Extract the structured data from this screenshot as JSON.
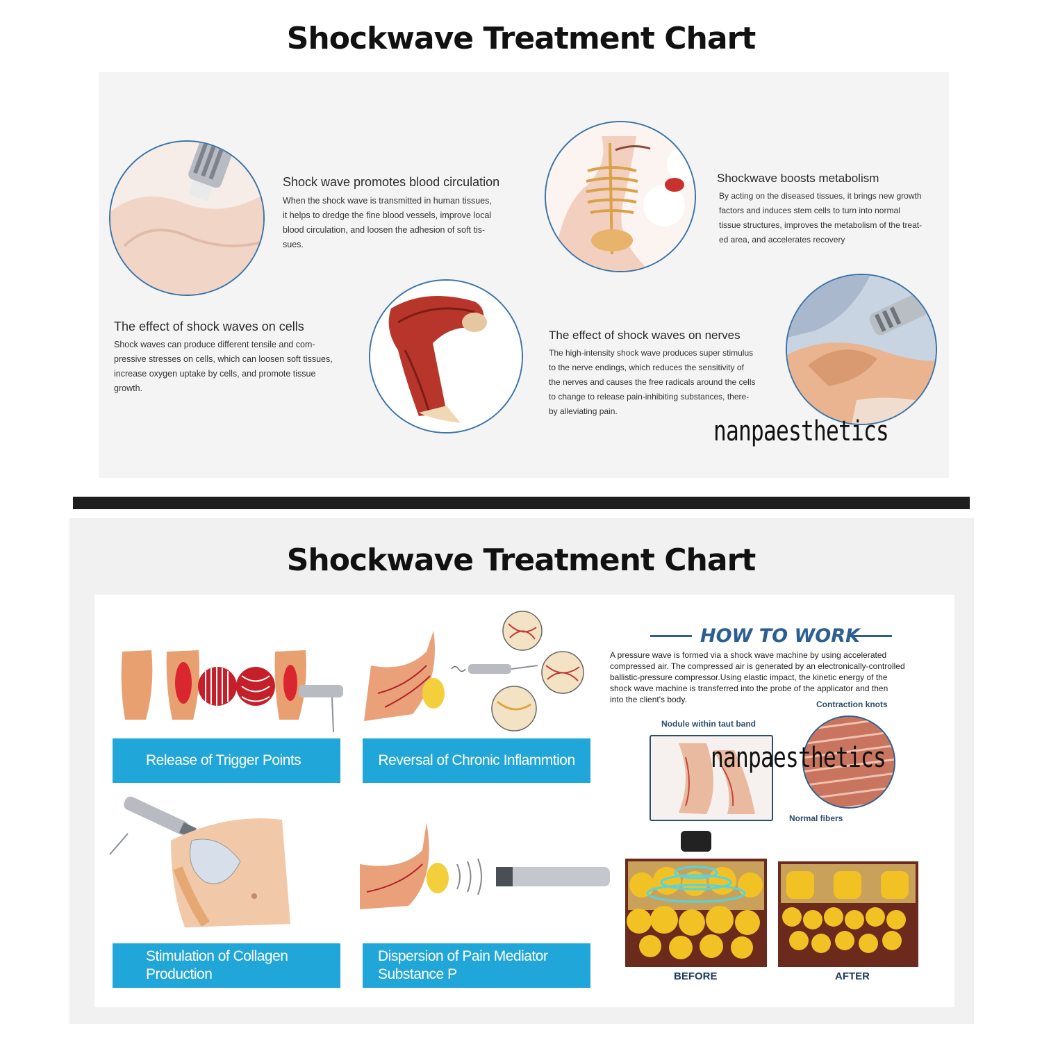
{
  "top": {
    "title": "Shockwave Treatment Chart",
    "blocks": [
      {
        "heading": "Shock wave promotes blood circulation",
        "lines": [
          "When the shock wave is transmitted in human tissues,",
          "it helps to dredge the fine blood vessels, improve local",
          "blood circulation, and loosen the adhesion of soft tis-",
          "sues."
        ]
      },
      {
        "heading": "Shockwave boosts metabolism",
        "lines": [
          "By acting on the diseased tissues, it brings new growth",
          "factors and induces stem cells to turn into normal",
          "tissue structures, improves the metabolism of the treat-",
          "ed area, and accelerates recovery"
        ]
      },
      {
        "heading": "The effect of shock waves on cells",
        "lines": [
          "Shock waves can produce different tensile and com-",
          "pressive stresses on cells, which can loosen soft tissues,",
          "increase oxygen uptake by cells, and promote tissue",
          "growth."
        ]
      },
      {
        "heading": "The effect of shock waves on nerves",
        "lines": [
          "The high-intensity shock wave produces super stimulus",
          "to the nerve endings, which reduces the sensitivity of",
          "the nerves and causes the free radicals around the cells",
          "to change to release pain-inhibiting substances, there-",
          "by alleviating pain."
        ]
      }
    ],
    "watermark": "nanpaesthetics"
  },
  "bottom": {
    "title": "Shockwave Treatment Chart",
    "boxes": [
      "Release of Trigger Points",
      "Reversal of Chronic Inflammtion",
      "Stimulation of Collagen\nProduction",
      "Dispersion of Pain Mediator\nSubstance P"
    ],
    "how_title": "HOW TO WORK",
    "how_lines": [
      "A pressure wave is formed  via a shock wave machine by using accelerated",
      "compressed air. The compressed air is generated by an electronically-controlled",
      "ballistic-pressure compressor.Using elastic impact, the kinetic energy of the",
      "shock wave machine is transferred into the probe of the applicator and then",
      "into the client's body."
    ],
    "labels": {
      "nodule": "Nodule within taut band",
      "contraction": "Contraction knots",
      "normal": "Normal fibers",
      "before": "BEFORE",
      "after": "AFTER"
    },
    "watermark": "nanpaesthetics"
  },
  "colors": {
    "accent_blue": "#21a6d9",
    "circle_border": "#3a73a8",
    "how_blue": "#2b5f92",
    "divider": "#1e1e1e"
  }
}
